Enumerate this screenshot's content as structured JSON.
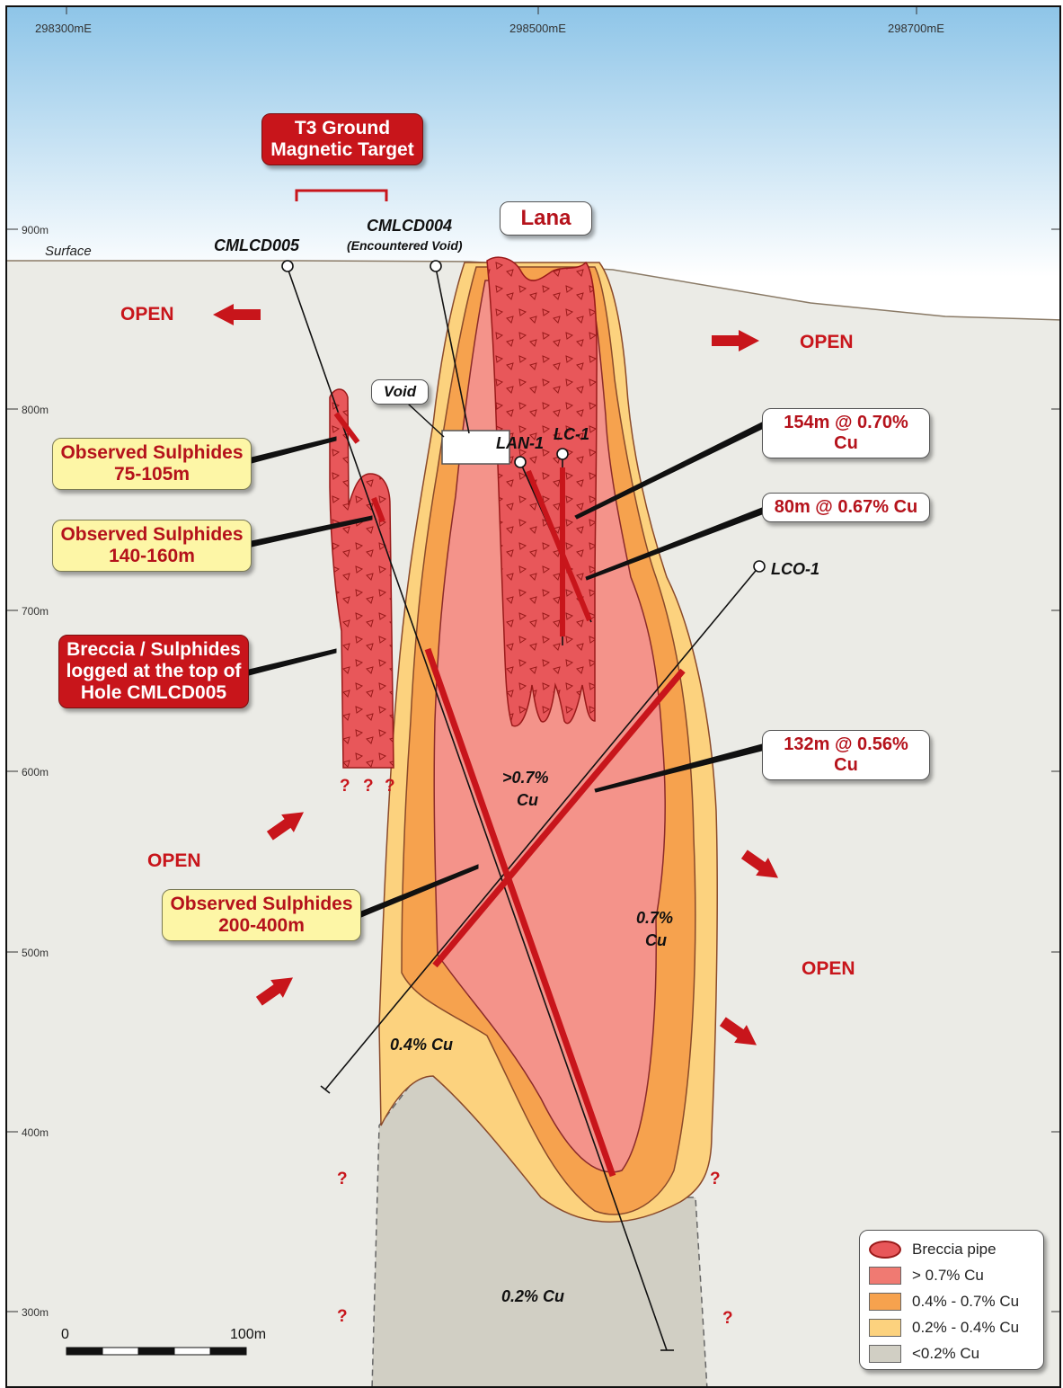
{
  "eastings": [
    "298300mE",
    "298500mE",
    "298700mE"
  ],
  "elevations": [
    "900m",
    "800m",
    "700m",
    "600m",
    "500m",
    "400m",
    "300m"
  ],
  "surface_label": "Surface",
  "open_label": "OPEN",
  "drillholes": {
    "cmlcd005": "CMLCD005",
    "cmlcd004": "CMLCD004",
    "cmlcd004_note": "(Encountered Void)",
    "lan1": "LAN-1",
    "lc1": "LC-1",
    "lco1": "LCO-1"
  },
  "callouts": {
    "t3_target": [
      "T3 Ground",
      "Magnetic Target"
    ],
    "lana": "Lana",
    "void": "Void",
    "obs_75_105": [
      "Observed Sulphides",
      "75-105m"
    ],
    "obs_140_160": [
      "Observed Sulphides",
      "140-160m"
    ],
    "breccia_logged": [
      "Breccia / Sulphides",
      "logged at the top of",
      "Hole CMLCD005"
    ],
    "obs_200_400": [
      "Observed Sulphides",
      "200-400m"
    ],
    "int_154": "154m @ 0.70% Cu",
    "int_80": "80m @ 0.67% Cu",
    "int_132": "132m @ 0.56% Cu"
  },
  "grade_labels": {
    "gt07": [
      ">0.7%",
      "Cu"
    ],
    "p07": [
      "0.7%",
      "Cu"
    ],
    "p04": "0.4% Cu",
    "p02": "0.2% Cu"
  },
  "question_mark": "?",
  "scale_bar": {
    "start": "0",
    "end": "100m"
  },
  "legend": [
    {
      "label": "Breccia pipe",
      "color": "#e8575a",
      "pattern": "breccia"
    },
    {
      "label": "> 0.7% Cu",
      "color": "#f07a72"
    },
    {
      "label": "0.4% - 0.7% Cu",
      "color": "#f6a24e"
    },
    {
      "label": "0.2% - 0.4% Cu",
      "color": "#fcd27e"
    },
    {
      "label": "<0.2% Cu",
      "color": "#d1cfc4"
    }
  ],
  "colors": {
    "sky_top": "#8ec5e8",
    "ground": "#ebebe6",
    "gt07": "#f4938a",
    "p04_07": "#f6a24e",
    "p02_04": "#fcd27e",
    "lt02": "#d1cfc4",
    "breccia": "#e8575a",
    "intercept": "#c8151b"
  }
}
